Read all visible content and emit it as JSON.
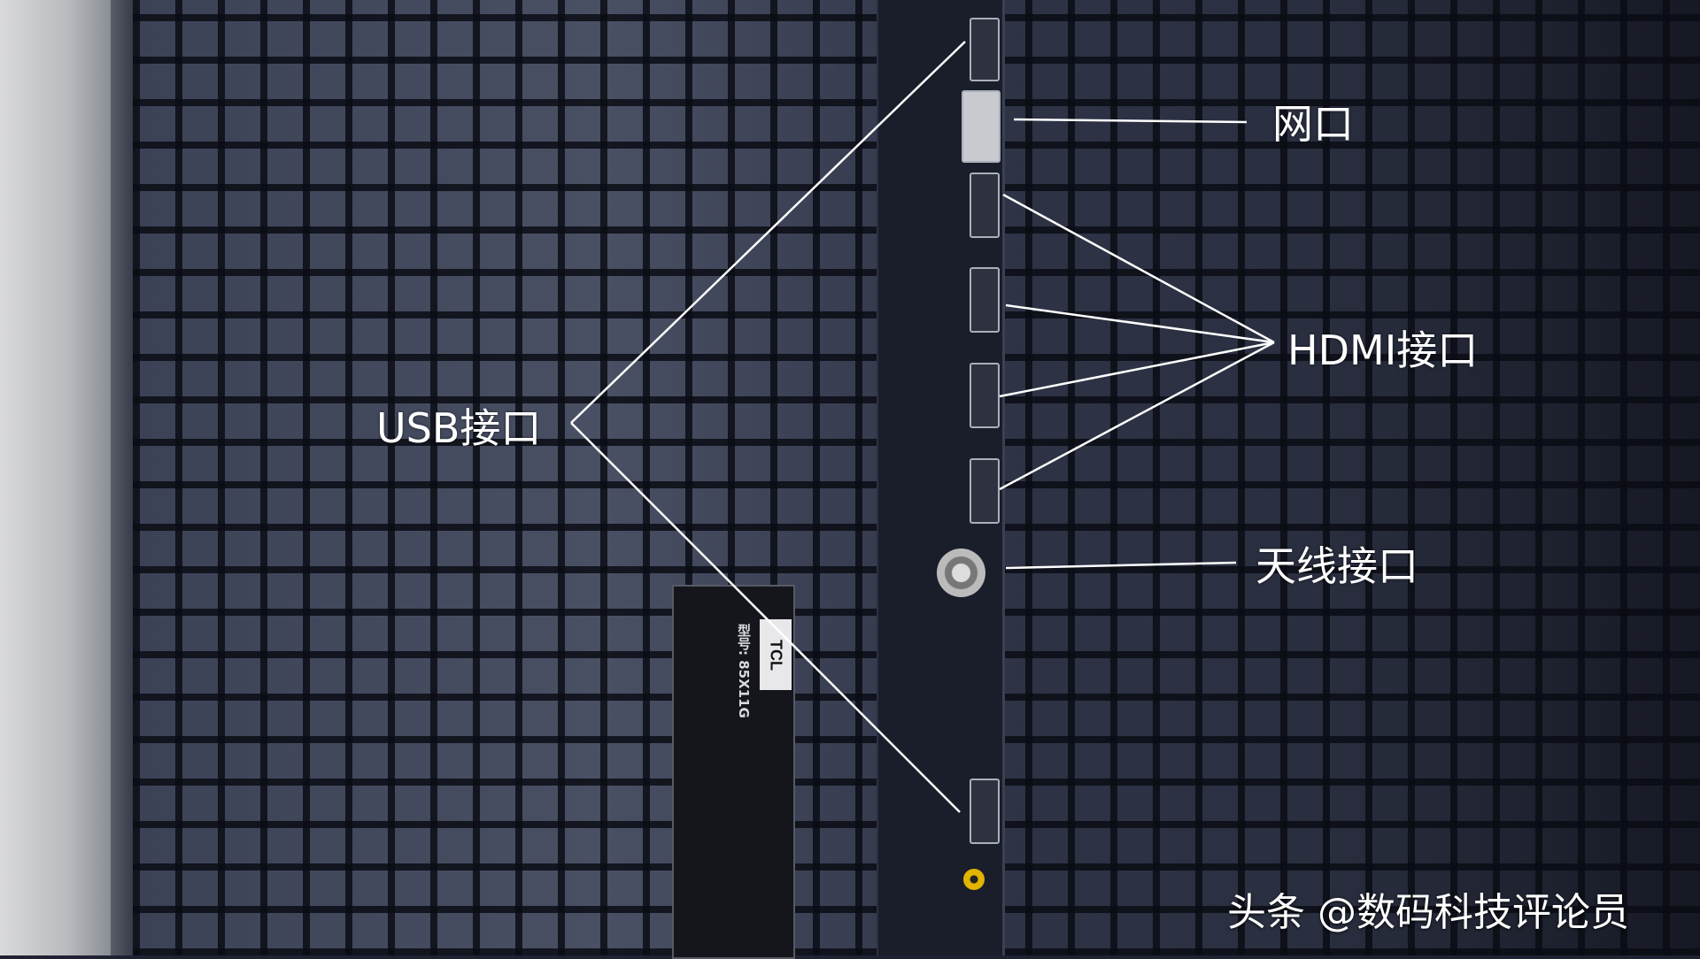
{
  "labels": {
    "network": "网口",
    "hdmi": "HDMI接口",
    "antenna": "天线接口",
    "usb": "USB接口"
  },
  "watermark": "头条 @数码科技评论员",
  "sticker": {
    "brand": "TCL",
    "model": "型号: 85X11G"
  },
  "colors": {
    "annotation": "#ffffff",
    "background": "#1e2232"
  }
}
